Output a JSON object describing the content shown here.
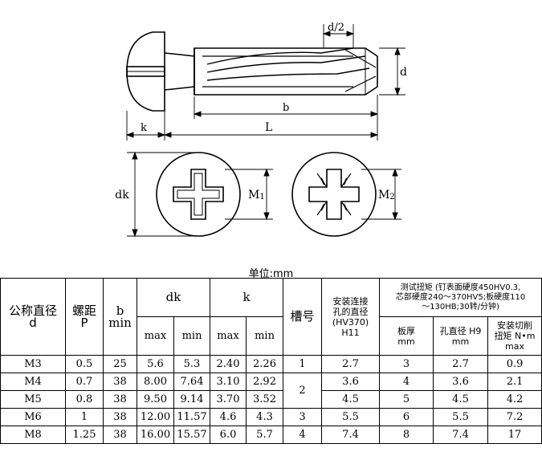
{
  "drawing": {
    "dim_d_half": "d/2",
    "dim_d": "d",
    "dim_b": "b",
    "dim_k": "k",
    "dim_L": "L",
    "dim_dk": "dk",
    "dim_M1": "M",
    "dim_M1_sub": "1",
    "dim_M2": "M",
    "dim_M2_sub": "2"
  },
  "unit_label": "单位:mm",
  "table": {
    "h_nominal": "公称直径",
    "h_nominal_sym": "d",
    "h_pitch": "螺距",
    "h_pitch_sym": "P",
    "h_b": "b",
    "h_b_sub": "min",
    "h_dk": "dk",
    "h_k": "k",
    "h_slot": "槽号",
    "h_hole1": "安装连接",
    "h_hole2": "孔的直径",
    "h_hole3": "(HV370)",
    "h_hole4": "H11",
    "h_torque1": "测试扭矩 (钉表面硬度450HV0.3,",
    "h_torque2": "芯部硬度240～370HV5;板硬度110",
    "h_torque3": "～130HB;30转/分钟)",
    "h_max": "max",
    "h_min": "min",
    "h_plate": "板厚",
    "h_plate_unit": "mm",
    "h_holed": "孔直径 H9",
    "h_holed_unit": "mm",
    "h_cut1": "安装切削",
    "h_cut2": "扭矩 N•m",
    "h_cut3": "max",
    "rows": [
      {
        "d": "M3",
        "p": "0.5",
        "b": "25",
        "dkmax": "5.6",
        "dkmin": "5.3",
        "kmax": "2.40",
        "kmin": "2.26",
        "slot": "1",
        "hole": "2.7",
        "plate": "3",
        "holed": "2.7",
        "cut": "0.9"
      },
      {
        "d": "M4",
        "p": "0.7",
        "b": "38",
        "dkmax": "8.00",
        "dkmin": "7.64",
        "kmax": "3.10",
        "kmin": "2.92",
        "slot": "2",
        "hole": "3.6",
        "plate": "4",
        "holed": "3.6",
        "cut": "2.1"
      },
      {
        "d": "M5",
        "p": "0.8",
        "b": "38",
        "dkmax": "9.50",
        "dkmin": "9.14",
        "kmax": "3.70",
        "kmin": "3.52",
        "slot": "",
        "hole": "4.5",
        "plate": "5",
        "holed": "4.5",
        "cut": "4.2"
      },
      {
        "d": "M6",
        "p": "1",
        "b": "38",
        "dkmax": "12.00",
        "dkmin": "11.57",
        "kmax": "4.6",
        "kmin": "4.3",
        "slot": "3",
        "hole": "5.5",
        "plate": "6",
        "holed": "5.5",
        "cut": "7.2"
      },
      {
        "d": "M8",
        "p": "1.25",
        "b": "38",
        "dkmax": "16.00",
        "dkmin": "15.57",
        "kmax": "6.0",
        "kmin": "5.7",
        "slot": "4",
        "hole": "7.4",
        "plate": "8",
        "holed": "7.4",
        "cut": "17"
      }
    ]
  }
}
